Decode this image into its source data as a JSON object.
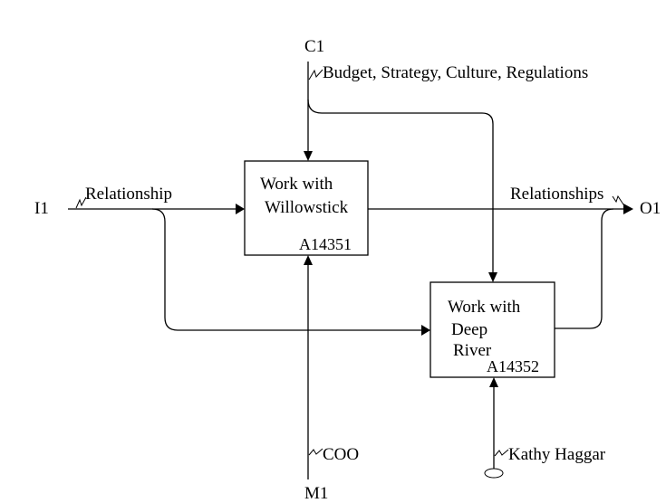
{
  "boundary": {
    "control": "C1",
    "input": "I1",
    "output": "O1",
    "mechanism": "M1"
  },
  "arrows": {
    "control_label": "Budget, Strategy, Culture, Regulations",
    "input_label": "Relationship",
    "output_label": "Relationships",
    "mechanism_a1_label": "COO",
    "mechanism_a2_label": "Kathy Haggar"
  },
  "activities": [
    {
      "name_line1": "Work with",
      "name_line2": "Willowstick",
      "node_id": "A14351"
    },
    {
      "name_line1": "Work with",
      "name_line2": "Deep",
      "name_line3": "River",
      "node_id": "A14352"
    }
  ],
  "colors": {
    "line": "#000000",
    "background": "#ffffff"
  }
}
